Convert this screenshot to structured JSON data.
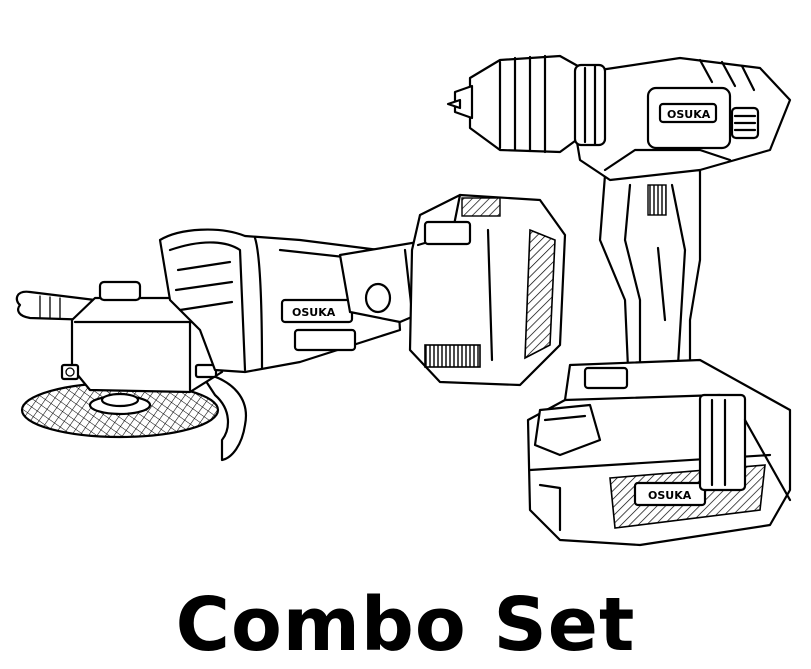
{
  "caption": "Combo Set",
  "brand": {
    "grinder_logo": "OSUKA",
    "drill_logo": "OSUKA",
    "battery_logo": "OSUKA"
  },
  "products": {
    "left": "angle-grinder",
    "right": "drill-driver"
  }
}
